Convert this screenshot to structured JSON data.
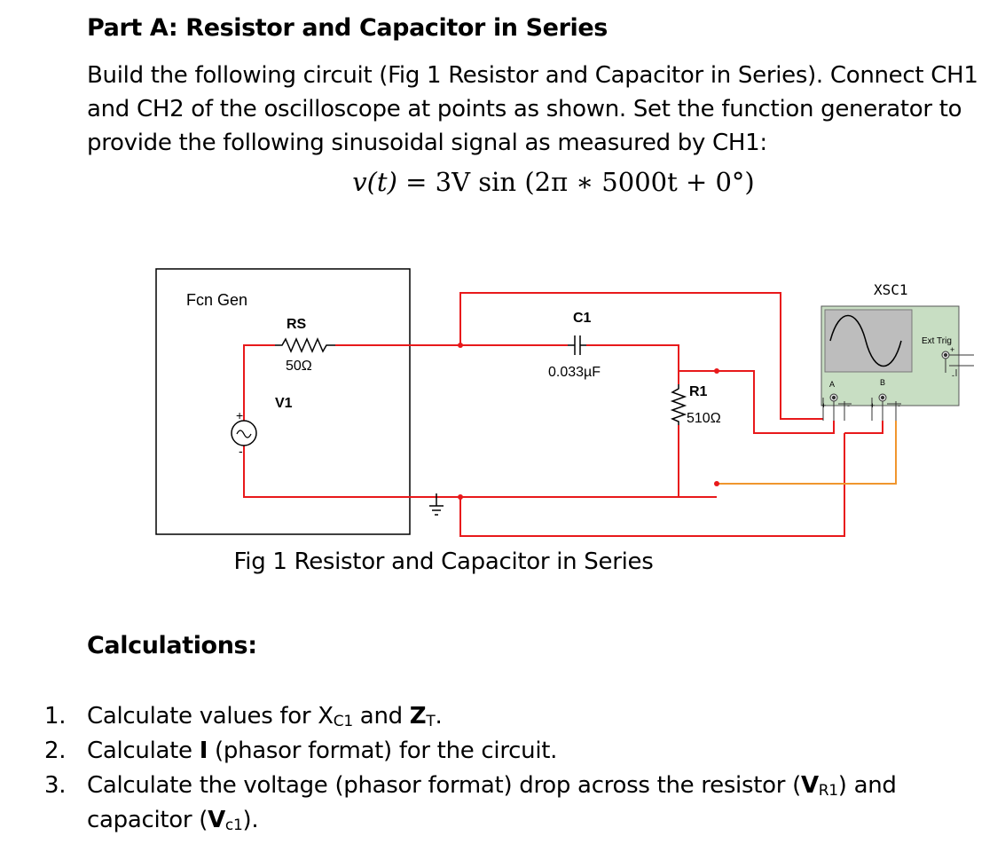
{
  "heading": "Part A: Resistor and Capacitor in Series",
  "intro": "Build the following circuit (Fig 1 Resistor and Capacitor in Series). Connect CH1 and CH2 of the oscilloscope at points as shown. Set the function generator to provide the following sinusoidal signal as measured by CH1:",
  "equation": {
    "lhs": "v(t)",
    "equals": "=",
    "rhs": "3V sin (2π ∗ 5000t + 0°)"
  },
  "circuit": {
    "fcn_gen_label": "Fcn Gen",
    "rs_label": "RS",
    "rs_value": "50Ω",
    "v1_label": "V1",
    "c1_label": "C1",
    "c1_value": "0.033µF",
    "r1_label": "R1",
    "r1_value": "510Ω",
    "scope_label": "XSC1",
    "scope_ext_trig": "Ext Trig",
    "scope_ch_a": "A",
    "scope_ch_b": "B",
    "plus": "+",
    "minus": "-",
    "colors": {
      "wire_red": "#e8191b",
      "wire_orange": "#f0962e",
      "scope_panel": "#c8dec3",
      "scope_screen": "#bdbdbd"
    }
  },
  "caption": "Fig 1 Resistor and Capacitor in Series",
  "calculations": {
    "title": "Calculations:",
    "items": [
      {
        "num": "1.",
        "a": "Calculate values for X",
        "a_sub": "C1",
        "b": " and ",
        "bold": "Z",
        "bold_sub": "T",
        "c": "."
      },
      {
        "num": "2.",
        "a": "Calculate ",
        "bold": "I",
        "c": " (phasor format) for the circuit."
      },
      {
        "num": "3.",
        "a": "Calculate the voltage (phasor format) drop across the resistor (",
        "bold": "V",
        "bold_sub": "R1",
        "c": ") and",
        "line2_a": "capacitor (",
        "line2_bold": "V",
        "line2_sub": "c1",
        "line2_c": ")."
      }
    ]
  }
}
